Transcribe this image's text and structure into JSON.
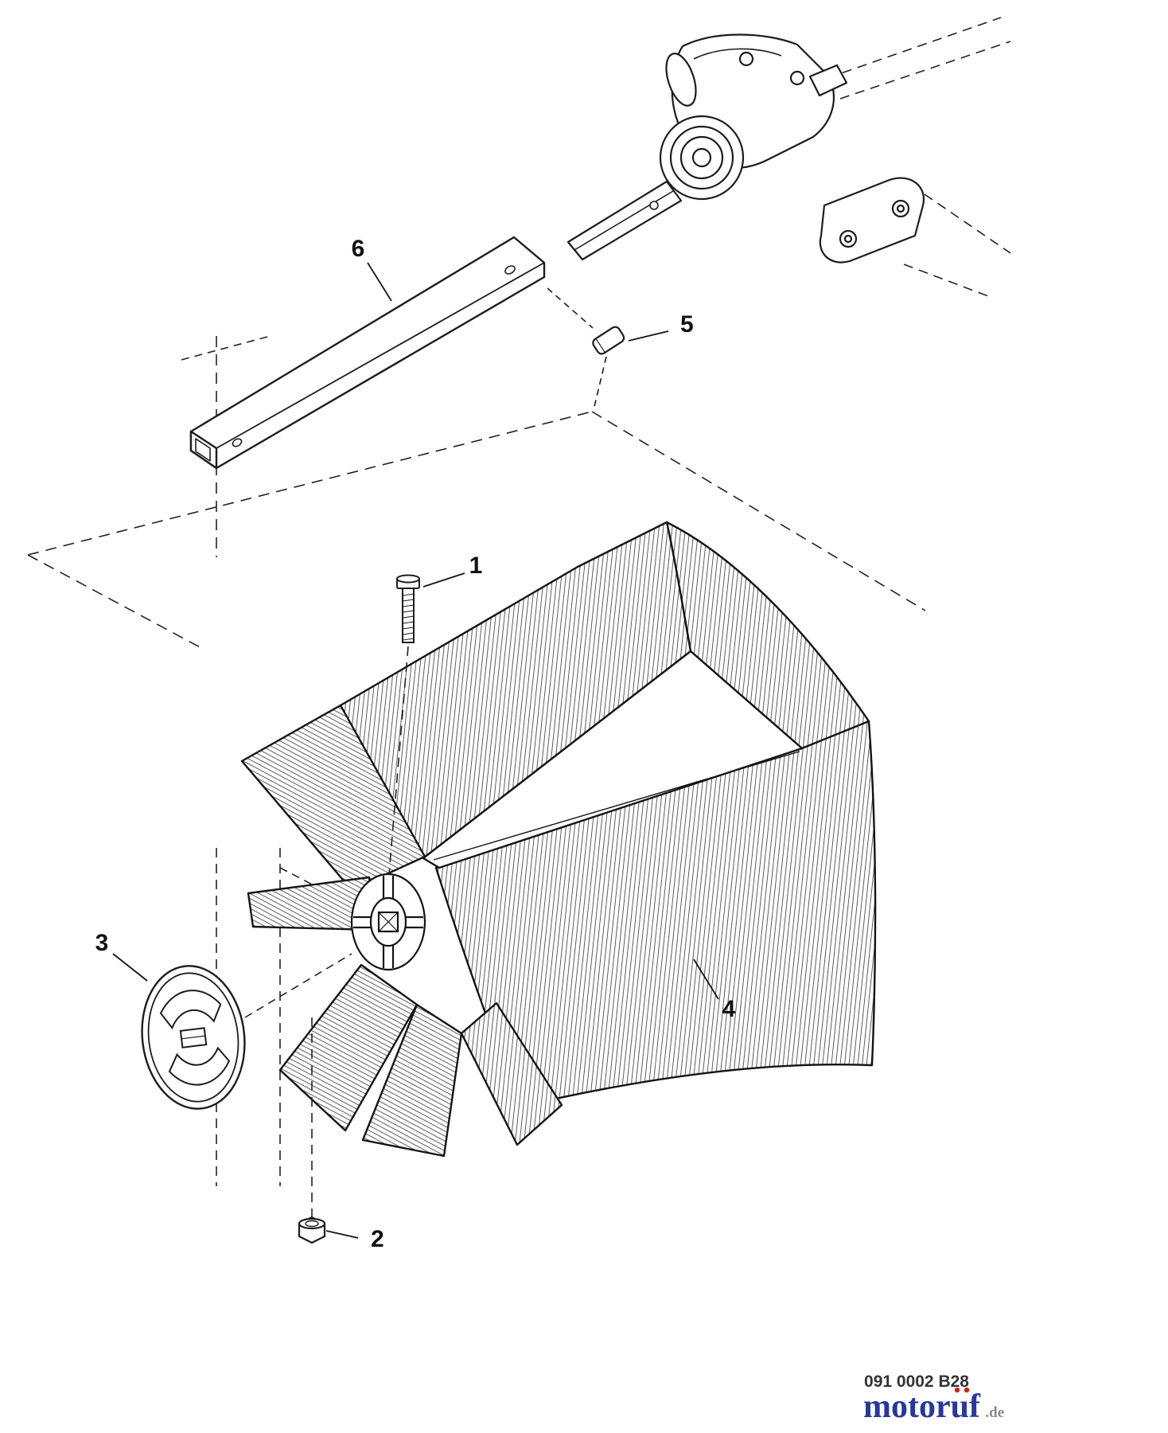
{
  "diagram": {
    "type": "exploded-parts-diagram",
    "callouts": [
      {
        "label": "1"
      },
      {
        "label": "2"
      },
      {
        "label": "3"
      },
      {
        "label": "4"
      },
      {
        "label": "5"
      },
      {
        "label": "6"
      }
    ]
  },
  "footer": {
    "part_code": "091 0002 B28",
    "brand_name": "motoruf",
    "brand_suffix": ".de"
  },
  "colors": {
    "line": "#1c1c1c",
    "hatch": "#4a4a4a",
    "background": "#ffffff",
    "brand_blue": "#27379b",
    "brand_gray": "#8a8a8a",
    "brand_red": "#d02414"
  }
}
